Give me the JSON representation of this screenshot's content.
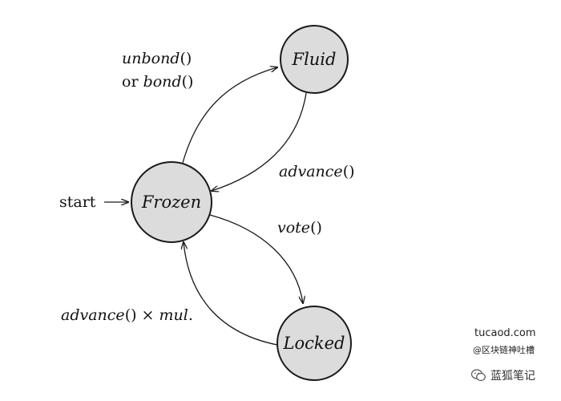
{
  "diagram": {
    "states": {
      "fluid": "Fluid",
      "frozen": "Frozen",
      "locked": "Locked"
    },
    "start_label": "start",
    "transitions": {
      "frozen_to_fluid": {
        "fn1": "unbond",
        "paren1": "()",
        "or": "or ",
        "fn2": "bond",
        "paren2": "()"
      },
      "fluid_to_frozen": {
        "fn": "advance",
        "paren": "()"
      },
      "frozen_to_locked": {
        "fn": "vote",
        "paren": "()"
      },
      "locked_to_frozen": {
        "fn": "advance",
        "paren": "() × ",
        "fn2": "mul",
        "tail": "."
      }
    },
    "colors": {
      "state_fill": "#dcdcdc",
      "stroke": "#1a1a1a"
    }
  },
  "watermark": {
    "site": "tucaod.com",
    "handle": "@区块链神吐槽",
    "brand": "蓝狐笔记",
    "brand_icon": "wechat-icon"
  }
}
